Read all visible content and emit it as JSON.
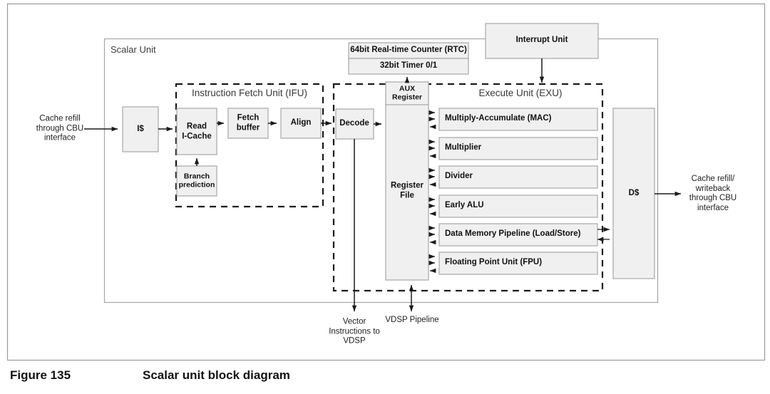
{
  "figure": {
    "number": "Figure 135",
    "title": "Scalar unit block diagram"
  },
  "diagram": {
    "outer_label": "Scalar Unit",
    "groups": [
      {
        "id": "ifu",
        "label": "Instruction Fetch Unit (IFU)"
      },
      {
        "id": "exu",
        "label": "Execute Unit (EXU)"
      }
    ],
    "blocks": {
      "icache": "I$",
      "read_icache": "Read\nI-Cache",
      "fetch_buffer": "Fetch\nbuffer",
      "align": "Align",
      "branch_prediction": "Branch\nprediction",
      "decode": "Decode",
      "aux_register": "AUX\nRegister",
      "register_file": "Register\nFile",
      "dcache": "D$",
      "interrupt_unit": "Interrupt Unit",
      "rtc": "64bit Real-time Counter (RTC)",
      "timer": "32bit Timer 0/1"
    },
    "exu_blocks": [
      "Multiply-Accumulate (MAC)",
      "Multiplier",
      "Divider",
      "Early ALU",
      "Data Memory Pipeline (Load/Store)",
      "Floating Point Unit (FPU)"
    ],
    "annotations": {
      "cache_refill_in": "Cache refill\nthrough CBU\ninterface",
      "cache_refill_out": "Cache refill/\nwriteback\nthrough CBU\ninterface",
      "vector_instructions": "Vector\nInstructions to\nVDSP",
      "vdsp_pipeline": "VDSP Pipeline"
    },
    "colors": {
      "block_fill": "#f0f0f0",
      "block_stroke": "#a6a6a6",
      "wire": "#1a1a1a",
      "group_stroke": "#1a1a1a",
      "frame_stroke": "#9a9a9a",
      "text": "#111111"
    }
  }
}
